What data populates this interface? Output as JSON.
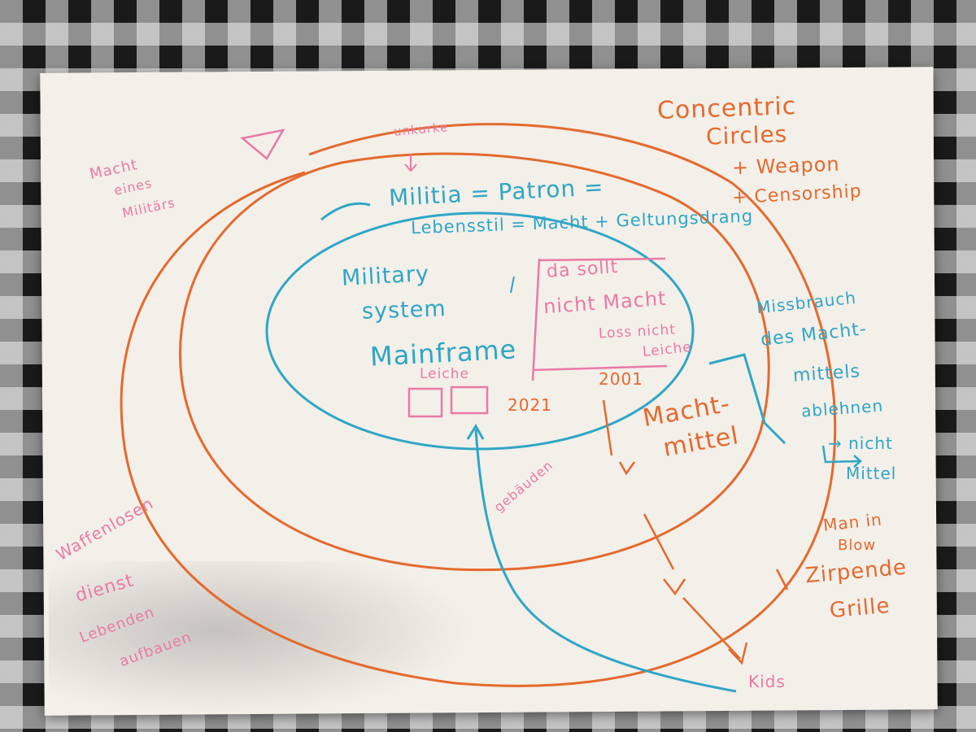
{
  "colors": {
    "orange": "#e46a2e",
    "blue": "#2fa6c6",
    "pink": "#e97aa6",
    "paper": "#f3efe9"
  },
  "notes": {
    "title_line1": "Concentric",
    "title_line2": "Circles",
    "title_line3": "+ Weapon",
    "title_line4": "+ Censorship",
    "top_marker": "unkurke",
    "militia_line": "Militia = Patron =",
    "lebensstil_line": "Lebensstil = Macht + Geltungsdrang",
    "military_line1": "Military",
    "military_line2": "system",
    "mainframe": "Mainframe",
    "box_line1": "da sollt",
    "box_line2": "nicht Macht",
    "box_line3": "Loss nicht",
    "leiche_left": "Leiche",
    "leiche_right": "Leiche",
    "year_2021": "2021",
    "year_2001": "2001",
    "machtmittel_line1": "Macht-",
    "machtmittel_line2": "mittel",
    "right_blue_line1": "Missbrauch",
    "right_blue_line2": "des Macht-",
    "right_blue_line3": "mittels",
    "right_blue_line4": "ablehnen",
    "right_blue_arrow": "→ nicht",
    "right_blue_line5": "Mittel",
    "left_pink_top1": "Macht",
    "left_pink_top2": "eines",
    "left_pink_top3": "Militärs",
    "left_pink_bottom1": "Waffenlosen",
    "left_pink_bottom2": "dienst",
    "left_pink_bottom3": "Lebenden",
    "left_pink_bottom4": "aufbauen",
    "gebaeude_label": "gebäuden",
    "bottom_right1": "Man in",
    "bottom_right2": "Blow",
    "bottom_right3": "Zirpende",
    "bottom_right4": "Grille",
    "kids": "Kids"
  }
}
